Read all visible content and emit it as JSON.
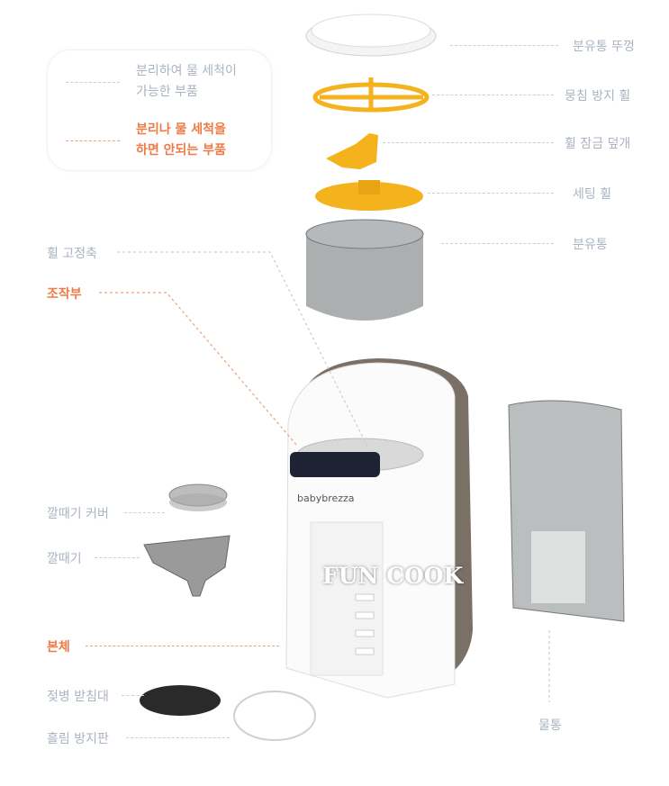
{
  "legend": {
    "washable": "분리하여 물 세척이\n가능한 부품",
    "washable_line1": "분리하여 물 세척이",
    "washable_line2": "가능한 부품",
    "not_washable_line1": "분리나 물 세척을",
    "not_washable_line2": "하면 안되는 부품"
  },
  "labels": {
    "lid": "분유통 뚜껑",
    "anti_clump_wheel": "뭉침 방지 휠",
    "wheel_lock_cover": "휠 잠금 덮개",
    "setting_wheel": "세팅 휠",
    "formula_container": "분유통",
    "wheel_shaft": "휠 고정축",
    "control_panel": "조작부",
    "funnel_cover": "깔때기 커버",
    "funnel": "깔때기",
    "body": "본체",
    "bottle_stand": "젖병 받침대",
    "drip_tray": "흘림 방지판",
    "water_tank": "물통"
  },
  "brand": "babybrezza",
  "watermark": "FUN COOK",
  "colors": {
    "washable": "#a9b4c2",
    "not_washable": "#f07a45",
    "part_yellow": "#f4b21c"
  }
}
